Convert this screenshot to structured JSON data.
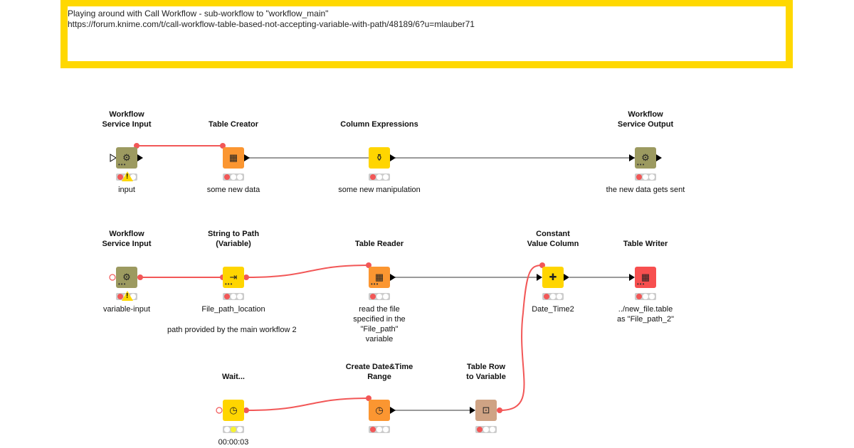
{
  "annotation": {
    "line1": "Playing around with Call Workflow - sub-workflow to \"workflow_main\"",
    "line2": "https://forum.knime.com/t/call-workflow-table-based-not-accepting-variable-with-path/48189/6?u=mlauber71",
    "border_color": "#ffd800"
  },
  "colors": {
    "data_link": "#9a9a9a",
    "variable_link": "#f25757",
    "status_red": "#f25757",
    "status_yellow": "#f5f233"
  },
  "nodes": [
    {
      "id": "wsi1",
      "title": "Workflow\nService Input",
      "label": "input",
      "color": "#9c9a60",
      "icon": "gear-icon",
      "glyph": "⚙",
      "status": "red",
      "warning": true
    },
    {
      "id": "tc",
      "title": "Table Creator",
      "label": "some new data",
      "color": "#fb9631",
      "icon": "table-plus-icon",
      "glyph": "▦",
      "status": "red"
    },
    {
      "id": "ce",
      "title": "Column Expressions",
      "label": "some new manipulation",
      "color": "#ffd500",
      "icon": "bottle-icon",
      "glyph": "⚱",
      "status": "red"
    },
    {
      "id": "wso",
      "title": "Workflow\nService Output",
      "label": "the new data gets sent",
      "color": "#9c9a60",
      "icon": "gear-icon",
      "glyph": "⚙",
      "status": "red"
    },
    {
      "id": "wsi2",
      "title": "Workflow\nService Input",
      "label": "variable-input",
      "color": "#9c9a60",
      "icon": "gear-icon",
      "glyph": "⚙",
      "status": "red",
      "warning": true
    },
    {
      "id": "stp",
      "title": "String to Path\n(Variable)",
      "label": "File_path_location",
      "color": "#ffd500",
      "icon": "path-icon",
      "glyph": "⇥",
      "status": "red"
    },
    {
      "id": "tr",
      "title": "Table Reader",
      "label": "read the file\nspecified in the\n\"File_path\"\nvariable",
      "color": "#fb9631",
      "icon": "table-read-icon",
      "glyph": "▦",
      "status": "red"
    },
    {
      "id": "cvc",
      "title": "Constant\nValue Column",
      "label": "Date_Time2",
      "color": "#ffd500",
      "icon": "column-plus-icon",
      "glyph": "✚",
      "status": "red"
    },
    {
      "id": "tw",
      "title": "Table Writer",
      "label": "../new_file.table\nas \"File_path_2\"",
      "color": "#f74f4f",
      "icon": "table-write-icon",
      "glyph": "▦",
      "status": "red"
    },
    {
      "id": "wait",
      "title": "Wait...",
      "label": "00:00:03",
      "color": "#ffd500",
      "icon": "clock-icon",
      "glyph": "◷",
      "status": "yellow"
    },
    {
      "id": "cdt",
      "title": "Create Date&Time\nRange",
      "label": "",
      "color": "#fb9631",
      "icon": "clock-arrow-icon",
      "glyph": "◷",
      "status": "red"
    },
    {
      "id": "trv",
      "title": "Table Row\nto Variable",
      "label": "",
      "color": "#cfa384",
      "icon": "row-to-variable-icon",
      "glyph": "⊡",
      "status": "red"
    }
  ],
  "free_annotation": "path provided by the main workflow 2"
}
